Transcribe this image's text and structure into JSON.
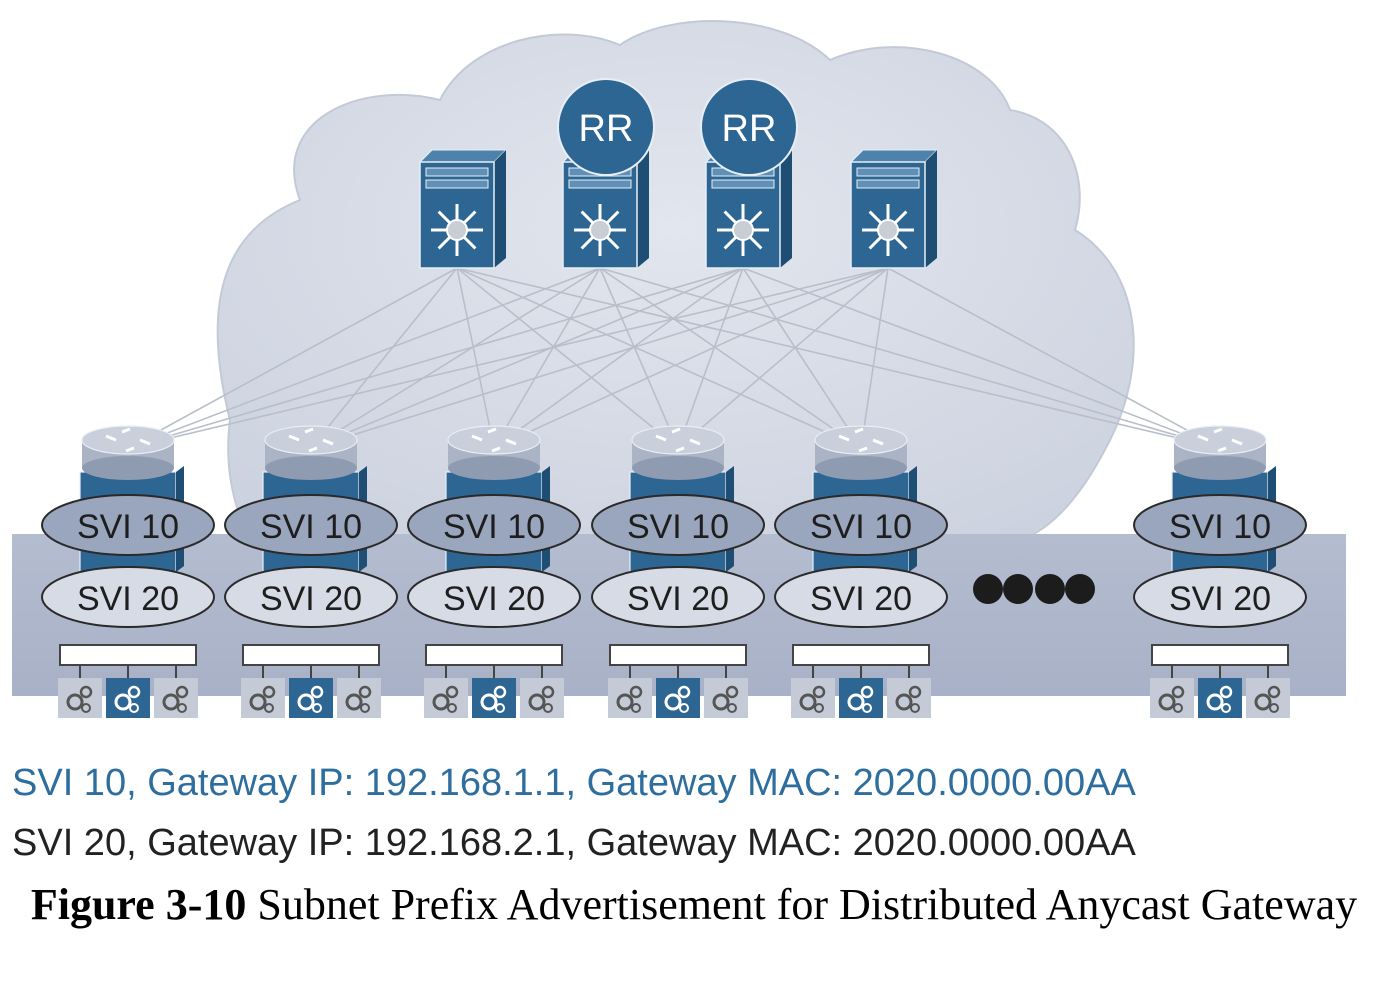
{
  "colors": {
    "cloud": "#d4d9e4",
    "band": "#aeb6cc",
    "blue": "#2d6593",
    "svi10_fill": "#9aa6bd",
    "svi20_fill": "#d7dbe5",
    "link": "#b9bfc9",
    "legend_svi10": "#2e6e9e",
    "legend_svi20": "#222222"
  },
  "spines": [
    {
      "label": ""
    },
    {
      "label": "RR"
    },
    {
      "label": "RR"
    },
    {
      "label": ""
    }
  ],
  "leaves": [
    {
      "svi_a": "SVI 10",
      "svi_b": "SVI 20"
    },
    {
      "svi_a": "SVI 10",
      "svi_b": "SVI 20"
    },
    {
      "svi_a": "SVI 10",
      "svi_b": "SVI 20"
    },
    {
      "svi_a": "SVI 10",
      "svi_b": "SVI 20"
    },
    {
      "svi_a": "SVI 10",
      "svi_b": "SVI 20"
    },
    {
      "svi_a": "SVI 10",
      "svi_b": "SVI 20"
    }
  ],
  "legend": {
    "svi10": "SVI 10, Gateway IP: 192.168.1.1, Gateway MAC: 2020.0000.00AA",
    "svi20": "SVI 20, Gateway IP: 192.168.2.1, Gateway MAC: 2020.0000.00AA"
  },
  "caption": {
    "label": "Figure 3-10",
    "text": " Subnet Prefix Advertisement for Distributed Anycast Gateway"
  }
}
